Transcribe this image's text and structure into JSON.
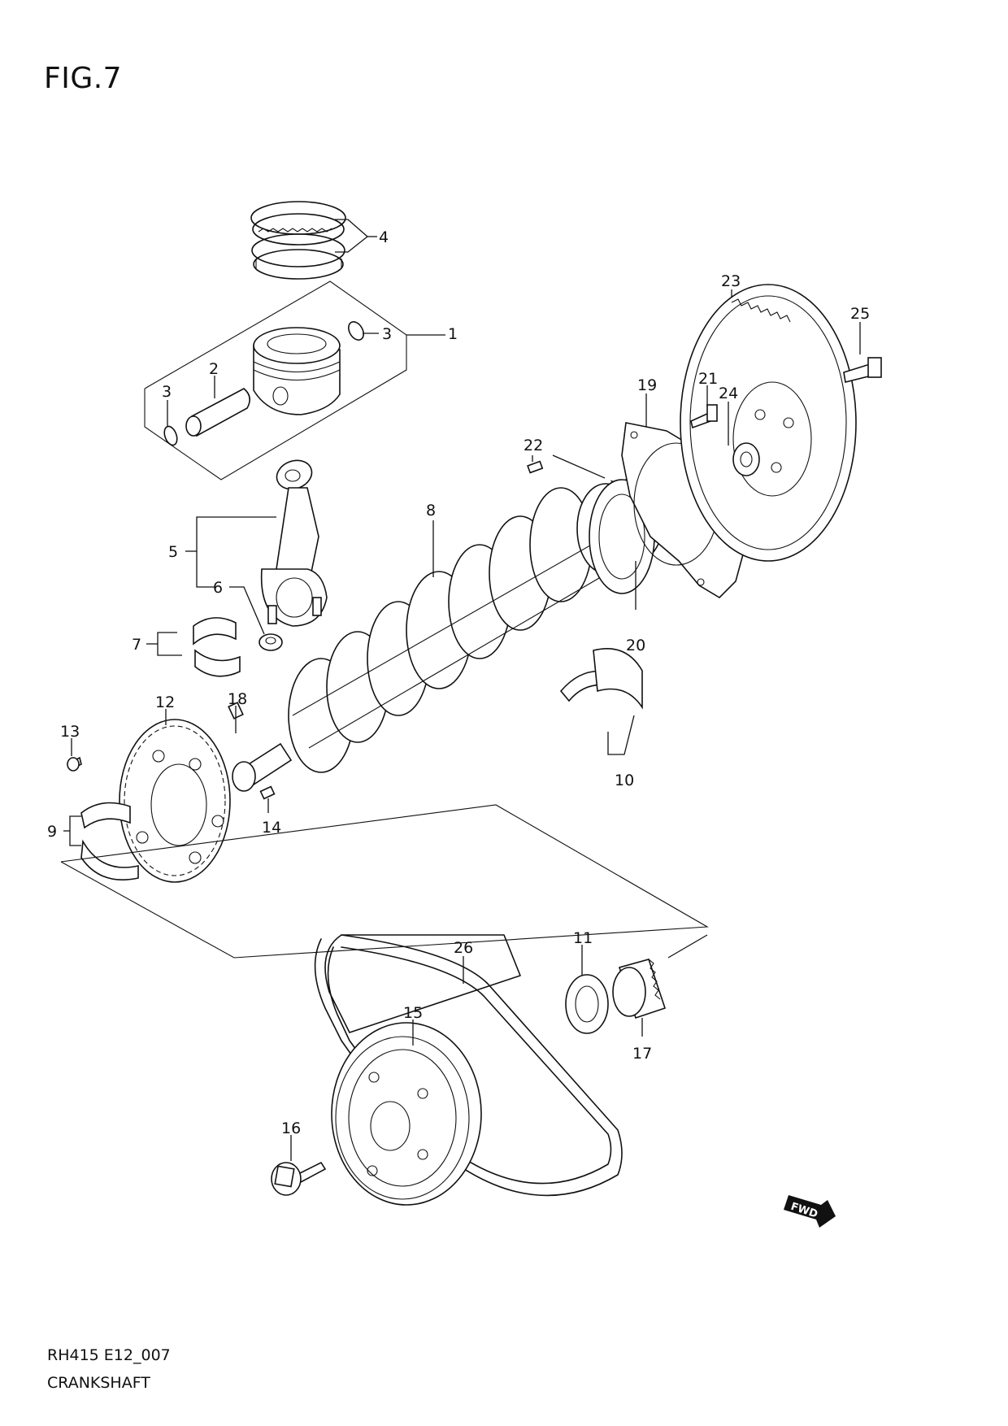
{
  "figure": {
    "title": "FIG.7",
    "code": "RH415 E12_007",
    "name": "CRANKSHAFT"
  },
  "callouts": {
    "c1": "1",
    "c2": "2",
    "c3a": "3",
    "c3b": "3",
    "c4": "4",
    "c5": "5",
    "c6": "6",
    "c7": "7",
    "c8": "8",
    "c9": "9",
    "c10": "10",
    "c11": "11",
    "c12": "12",
    "c13": "13",
    "c14": "14",
    "c15": "15",
    "c16": "16",
    "c17": "17",
    "c18": "18",
    "c19": "19",
    "c20": "20",
    "c21": "21",
    "c22": "22",
    "c23": "23",
    "c24": "24",
    "c25": "25",
    "c26": "26"
  },
  "fwd_badge": "FWD",
  "icons": {
    "direction": "fwd-arrow-icon"
  }
}
